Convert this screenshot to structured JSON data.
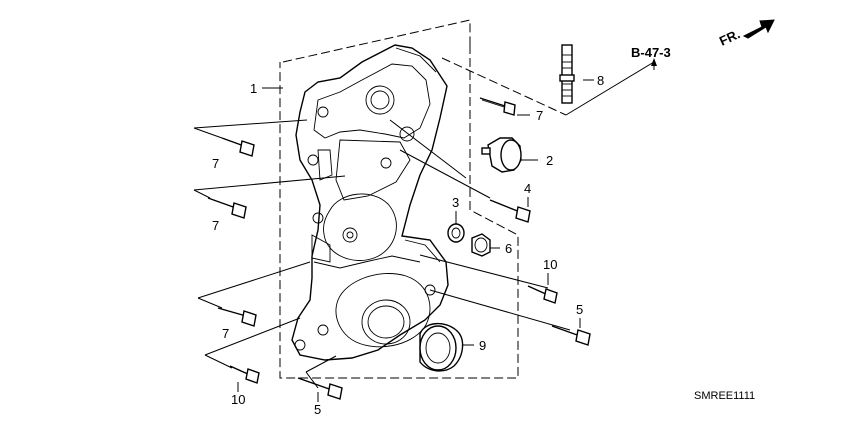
{
  "diagram": {
    "ref_label": "B-47-3",
    "direction_label": "FR.",
    "drawing_code": "SMREE1111",
    "callouts": {
      "c1": "1",
      "c2": "2",
      "c3": "3",
      "c4": "4",
      "c5a": "5",
      "c5b": "5",
      "c6": "6",
      "c7a": "7",
      "c7b": "7",
      "c7c": "7",
      "c7d": "7",
      "c8": "8",
      "c9": "9",
      "c10a": "10",
      "c10b": "10"
    }
  }
}
